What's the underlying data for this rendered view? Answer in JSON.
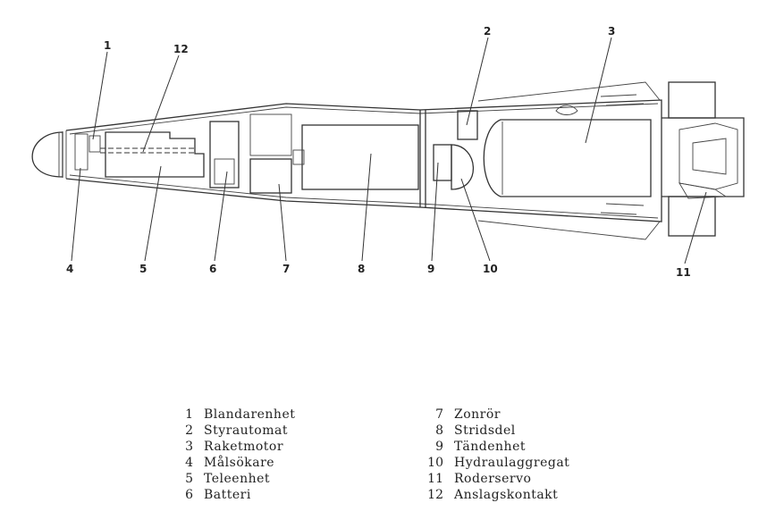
{
  "diagram": {
    "callouts": [
      "1",
      "2",
      "3",
      "4",
      "5",
      "6",
      "7",
      "8",
      "9",
      "10",
      "11",
      "12"
    ]
  },
  "legend": {
    "left": [
      {
        "num": "1",
        "label": "Blandarenhet"
      },
      {
        "num": "2",
        "label": "Styrautomat"
      },
      {
        "num": "3",
        "label": "Raketmotor"
      },
      {
        "num": "4",
        "label": "Målsökare"
      },
      {
        "num": "5",
        "label": "Teleenhet"
      },
      {
        "num": "6",
        "label": "Batteri"
      }
    ],
    "right": [
      {
        "num": "7",
        "label": "Zonrör"
      },
      {
        "num": "8",
        "label": "Stridsdel"
      },
      {
        "num": "9",
        "label": "Tändenhet"
      },
      {
        "num": "10",
        "label": "Hydraulaggregat"
      },
      {
        "num": "11",
        "label": "Roderservo"
      },
      {
        "num": "12",
        "label": "Anslagskontakt"
      }
    ]
  }
}
